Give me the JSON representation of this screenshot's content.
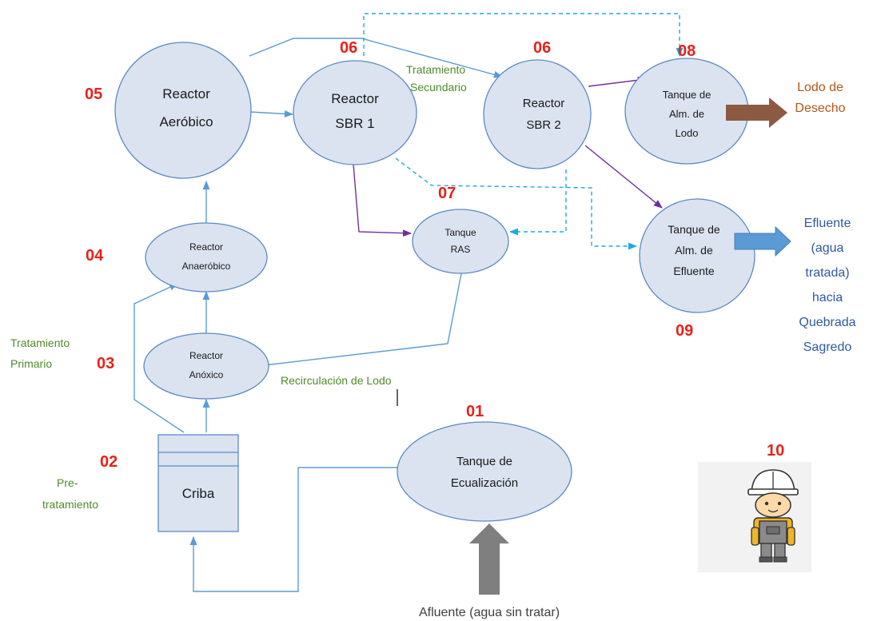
{
  "colors": {
    "node_fill": "#dbe3f0",
    "node_stroke": "#5b8ac2",
    "flow_line": "#5b9bd5",
    "sludge_line": "#7030a0",
    "dashed_line": "#1fa9e1",
    "number_red": "#e8211a",
    "stage_green": "#4e8b2a",
    "sludge_brown": "#b0571b",
    "effluent_blue": "#2e5aa0",
    "waste_arrow": "#8c5a43",
    "effluent_arrow": "#5b9bd5",
    "inflow_arrow": "#7f7f7f"
  },
  "nodes": {
    "reactor_aerobico": {
      "line1": "Reactor",
      "line2": "Aeróbico",
      "number": "05"
    },
    "reactor_sbr1": {
      "line1": "Reactor",
      "line2": "SBR 1",
      "number": "06"
    },
    "reactor_sbr2": {
      "line1": "Reactor",
      "line2": "SBR 2",
      "number": "06"
    },
    "tanque_lodo": {
      "line1": "Tanque de",
      "line2": "Alm. de",
      "line3": "Lodo",
      "number": "08"
    },
    "tanque_ras": {
      "line1": "Tanque",
      "line2": "RAS",
      "number": "07"
    },
    "tanque_efluente": {
      "line1": "Tanque de",
      "line2": "Alm. de",
      "line3": "Efluente",
      "number": "09"
    },
    "reactor_anaerobico": {
      "line1": "Reactor",
      "line2": "Anaeróbico",
      "number": "04"
    },
    "reactor_anoxico": {
      "line1": "Reactor",
      "line2": "Anóxico",
      "number": "03"
    },
    "criba": {
      "label": "Criba",
      "number": "02"
    },
    "tanque_ecualizacion": {
      "line1": "Tanque de",
      "line2": "Ecualización",
      "number": "01"
    },
    "operator": {
      "number": "10"
    }
  },
  "stages": {
    "secundario": {
      "line1": "Tratamiento",
      "line2": "Secundario"
    },
    "primario": {
      "line1": "Tratamiento",
      "line2": "Primario"
    },
    "pre": {
      "line1": "Pre-",
      "line2": "tratamiento"
    }
  },
  "labels": {
    "recirculacion": "Recirculación de Lodo",
    "lodo_desecho": {
      "line1": "Lodo de",
      "line2": "Desecho"
    },
    "efluente": {
      "line1": "Efluente",
      "line2": "(agua",
      "line3": "tratada)",
      "line4": "hacia",
      "line5": "Quebrada",
      "line6": "Sagredo"
    },
    "afluente": "Afluente (agua sin tratar)"
  },
  "icons": {
    "operator": "construction-worker-icon"
  }
}
